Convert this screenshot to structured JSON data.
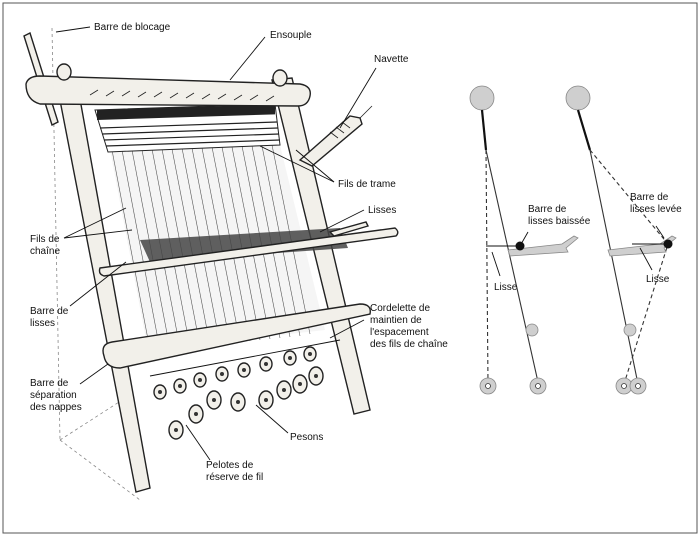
{
  "labels": {
    "barre_de_blocage": "Barre de blocage",
    "ensouple": "Ensouple",
    "navette": "Navette",
    "fils_de_trame": "Fils de trame",
    "lisses": "Lisses",
    "fils_de_chaine_1": "Fils de",
    "fils_de_chaine_2": "chaîne",
    "barre_de_lisses_1": "Barre de",
    "barre_de_lisses_2": "lisses",
    "cordelette_1": "Cordelette de",
    "cordelette_2": "maintien de",
    "cordelette_3": "l'espacement",
    "cordelette_4": "des fils de chaîne",
    "barre_separation_1": "Barre de",
    "barre_separation_2": "séparation",
    "barre_separation_3": "des nappes",
    "pesons": "Pesons",
    "pelotes_1": "Pelotes de",
    "pelotes_2": "réserve de fil",
    "baissee_1": "Barre de",
    "baissee_2": "lisses baissée",
    "levee_1": "Barre de",
    "levee_2": "lisses levée",
    "lisse_left": "Lisse",
    "lisse_right": "Lisse"
  },
  "colors": {
    "line": "#222222",
    "wood": "#f2f0ea",
    "gray": "#cfcfcf",
    "frame_border": "#555555"
  }
}
